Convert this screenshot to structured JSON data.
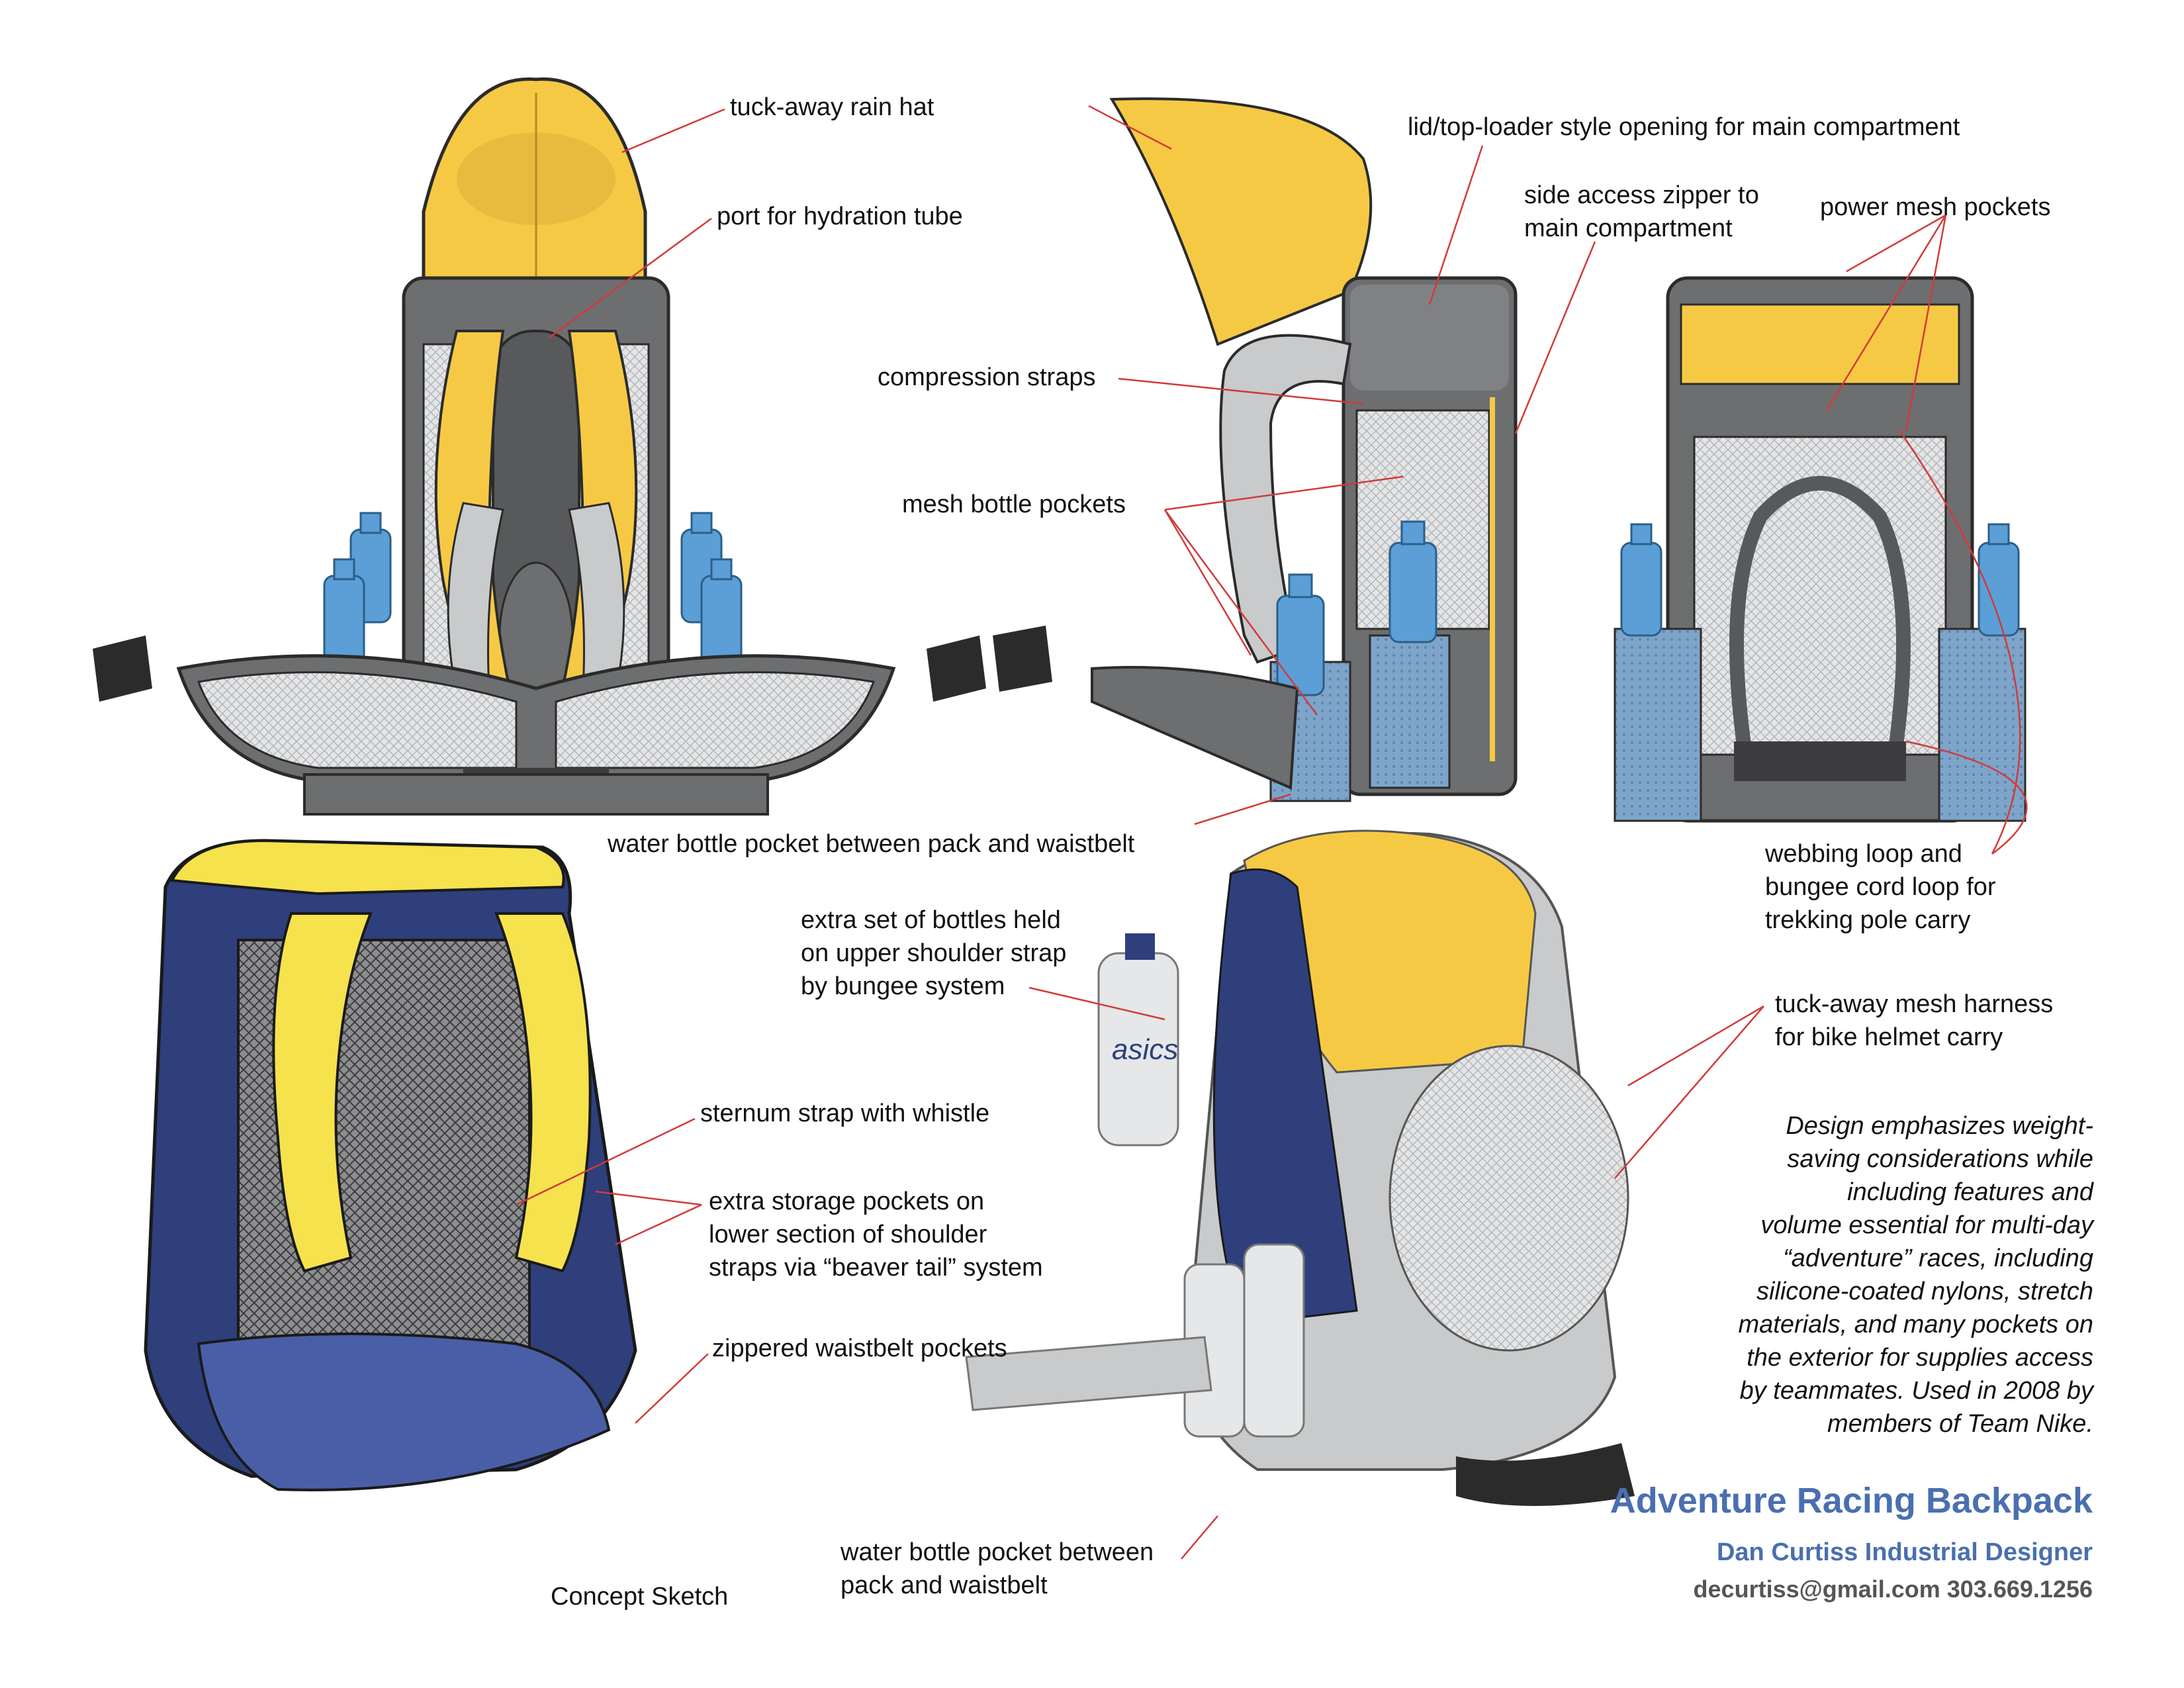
{
  "labels": {
    "rain_hat": "tuck-away rain hat",
    "hydration_port": "port for hydration tube",
    "lid_opening": "lid/top-loader style opening for main compartment",
    "side_zipper_1": "side access zipper to",
    "side_zipper_2": "main compartment",
    "power_mesh": "power mesh pockets",
    "compression_straps": "compression straps",
    "mesh_bottle_pockets": "mesh bottle pockets",
    "bottle_pocket_waistbelt": "water bottle pocket between pack and waistbelt",
    "extra_bottles_1": "extra set of bottles held",
    "extra_bottles_2": "on upper shoulder strap",
    "extra_bottles_3": "by bungee system",
    "webbing_loop_1": "webbing loop and",
    "webbing_loop_2": "bungee cord loop for",
    "webbing_loop_3": "trekking pole carry",
    "helmet_harness_1": "tuck-away mesh harness",
    "helmet_harness_2": "for bike helmet carry",
    "sternum_strap": "sternum strap with whistle",
    "storage_pockets_1": "extra storage pockets on",
    "storage_pockets_2": "lower section of shoulder",
    "storage_pockets_3": "straps via “beaver tail” system",
    "waistbelt_pockets": "zippered waistbelt pockets",
    "concept_sketch": "Concept Sketch",
    "bottle_pocket_2_1": "water bottle pocket between",
    "bottle_pocket_2_2": "pack and waistbelt",
    "bottle_brand": "asics"
  },
  "description": [
    "Design emphasizes weight-",
    "saving considerations while",
    "including features and",
    "volume essential for multi-day",
    "“adventure” races, including",
    "silicone-coated nylons, stretch",
    "materials, and many pockets on",
    "the exterior for supplies access",
    "by teammates.  Used in 2008 by",
    "members of Team Nike."
  ],
  "footer": {
    "title": "Adventure Racing Backpack",
    "designer": "Dan Curtiss  Industrial Designer",
    "contact": "decurtiss@gmail.com  303.669.1256"
  },
  "colors": {
    "yellow": "#f6c945",
    "dark_gray": "#6d6e70",
    "light_gray": "#c9cacb",
    "bottle_blue": "#5b9fd6",
    "navy": "#2e3f7c",
    "leader_red": "#d23a3a",
    "title_blue": "#4a6fb0"
  }
}
